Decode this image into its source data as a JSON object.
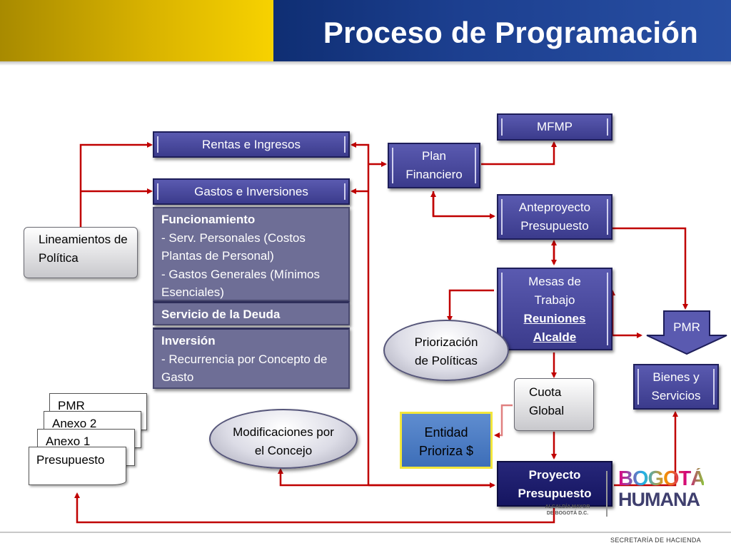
{
  "slide": {
    "title": "Proceso de Programación",
    "footer": "SECRETARÍA DE HACIENDA"
  },
  "nodes": {
    "rentas": "Rentas e Ingresos",
    "gastos": "Gastos e Inversiones",
    "funcionamiento_title": "Funcionamiento",
    "funcionamiento_item1": "- Serv. Personales (Costos Plantas de Personal)",
    "funcionamiento_item2": "- Gastos Generales (Mínimos Esenciales)",
    "deuda": "Servicio de la Deuda",
    "inversion_title": "Inversión",
    "inversion_item1": "- Recurrencia por Concepto de Gasto",
    "lineamientos": "Lineamientos de Política",
    "plan_financiero": "Plan Financiero",
    "mfmp": "MFMP",
    "anteproyecto": "Anteproyecto Presupuesto",
    "mesas": "Mesas de Trabajo",
    "reuniones": "Reuniones Alcalde",
    "pmr_arrow": "PMR",
    "priorizacion": "Priorización de Políticas",
    "cuota": "Cuota Global",
    "bienes": "Bienes y Servicios",
    "entidad": "Entidad Prioriza $",
    "proyecto": "Proyecto Presupuesto",
    "modificaciones": "Modificaciones por el Concejo"
  },
  "document_stack": [
    "PMR",
    "Anexo 2",
    "Anexo 1",
    "Presupuesto"
  ],
  "logo": {
    "word1": "BOGOTÁ",
    "word2": "HUMANA",
    "alcaldia_line1": "ALCALDÍA MAYOR",
    "alcaldia_line2": "DE BOGOTÁ D.C."
  },
  "colors": {
    "arrow": "#c00000",
    "navy": "#3b3b8c",
    "gold": "#f7d200",
    "header_blue": "#1c3f8f",
    "entidad_fill": "#4f7fc4",
    "entidad_border": "#f3e63a"
  }
}
